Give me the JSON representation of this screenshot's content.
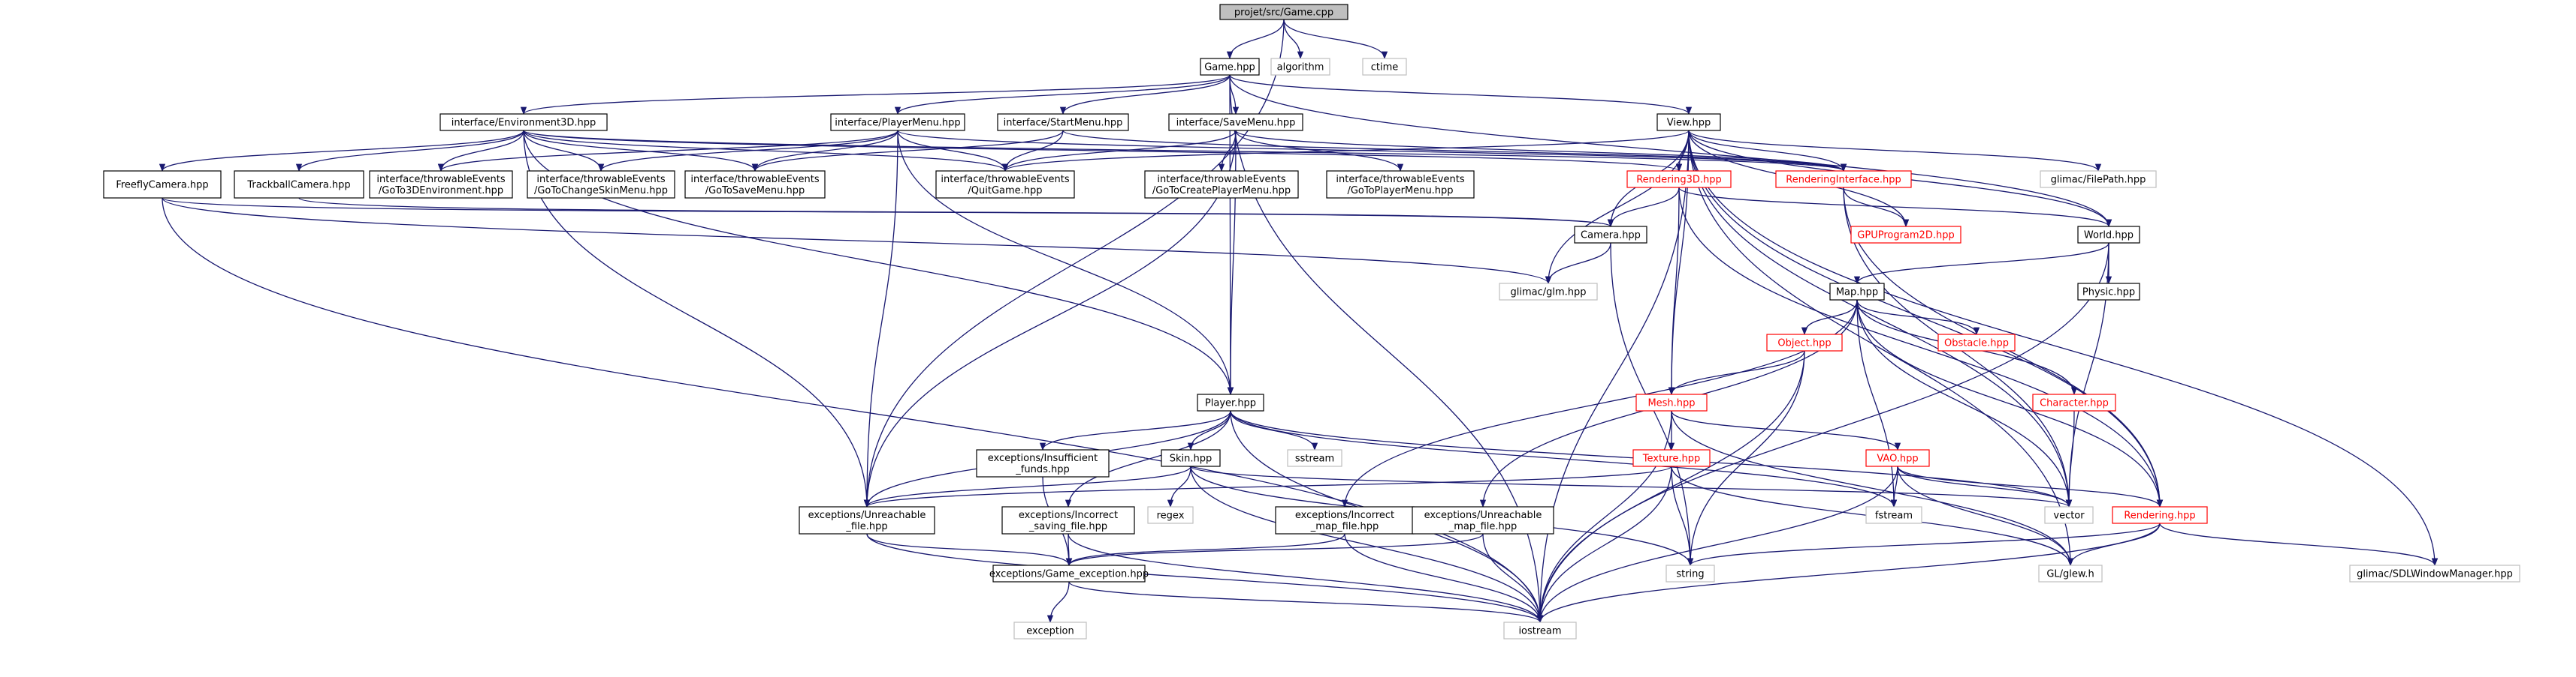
{
  "colors": {
    "edge": "#191970",
    "root_fill": "#bfbfbf",
    "normal_border": "#000000",
    "truncated_border": "#ff0000",
    "system_border": "#bfbfbf",
    "red_text": "#ff0000"
  },
  "nodes": [
    {
      "id": "root",
      "lines": [
        "projet/src/Game.cpp"
      ],
      "style": "root"
    },
    {
      "id": "game",
      "lines": [
        "Game.hpp"
      ],
      "style": "normal"
    },
    {
      "id": "algorithm",
      "lines": [
        "algorithm"
      ],
      "style": "system"
    },
    {
      "id": "ctime",
      "lines": [
        "ctime"
      ],
      "style": "system"
    },
    {
      "id": "env3d",
      "lines": [
        "interface/Environment3D.hpp"
      ],
      "style": "normal"
    },
    {
      "id": "playermenu",
      "lines": [
        "interface/PlayerMenu.hpp"
      ],
      "style": "normal"
    },
    {
      "id": "startmenu",
      "lines": [
        "interface/StartMenu.hpp"
      ],
      "style": "normal"
    },
    {
      "id": "savemenu",
      "lines": [
        "interface/SaveMenu.hpp"
      ],
      "style": "normal"
    },
    {
      "id": "view",
      "lines": [
        "View.hpp"
      ],
      "style": "normal"
    },
    {
      "id": "freefly",
      "lines": [
        "FreeflyCamera.hpp"
      ],
      "style": "normal"
    },
    {
      "id": "trackball",
      "lines": [
        "TrackballCamera.hpp"
      ],
      "style": "normal"
    },
    {
      "id": "goto3d",
      "lines": [
        "interface/throwableEvents",
        "/GoTo3DEnvironment.hpp"
      ],
      "style": "normal"
    },
    {
      "id": "gotoskin",
      "lines": [
        "interface/throwableEvents",
        "/GoToChangeSkinMenu.hpp"
      ],
      "style": "normal"
    },
    {
      "id": "gotosave",
      "lines": [
        "interface/throwableEvents",
        "/GoToSaveMenu.hpp"
      ],
      "style": "normal"
    },
    {
      "id": "quitgame",
      "lines": [
        "interface/throwableEvents",
        "/QuitGame.hpp"
      ],
      "style": "normal"
    },
    {
      "id": "gotocreate",
      "lines": [
        "interface/throwableEvents",
        "/GoToCreatePlayerMenu.hpp"
      ],
      "style": "normal"
    },
    {
      "id": "gotoplayer",
      "lines": [
        "interface/throwableEvents",
        "/GoToPlayerMenu.hpp"
      ],
      "style": "normal"
    },
    {
      "id": "rendering3d",
      "lines": [
        "Rendering3D.hpp"
      ],
      "style": "truncated"
    },
    {
      "id": "renderingif",
      "lines": [
        "RenderingInterface.hpp"
      ],
      "style": "truncated"
    },
    {
      "id": "filepath",
      "lines": [
        "glimac/FilePath.hpp"
      ],
      "style": "system"
    },
    {
      "id": "camera",
      "lines": [
        "Camera.hpp"
      ],
      "style": "normal"
    },
    {
      "id": "gpuprog",
      "lines": [
        "GPUProgram2D.hpp"
      ],
      "style": "truncated"
    },
    {
      "id": "world",
      "lines": [
        "World.hpp"
      ],
      "style": "normal"
    },
    {
      "id": "glm",
      "lines": [
        "glimac/glm.hpp"
      ],
      "style": "system"
    },
    {
      "id": "physic",
      "lines": [
        "Physic.hpp"
      ],
      "style": "normal"
    },
    {
      "id": "map",
      "lines": [
        "Map.hpp"
      ],
      "style": "normal"
    },
    {
      "id": "object",
      "lines": [
        "Object.hpp"
      ],
      "style": "truncated"
    },
    {
      "id": "obstacle",
      "lines": [
        "Obstacle.hpp"
      ],
      "style": "truncated"
    },
    {
      "id": "mesh",
      "lines": [
        "Mesh.hpp"
      ],
      "style": "truncated"
    },
    {
      "id": "character",
      "lines": [
        "Character.hpp"
      ],
      "style": "truncated"
    },
    {
      "id": "player",
      "lines": [
        "Player.hpp"
      ],
      "style": "normal"
    },
    {
      "id": "insufficient",
      "lines": [
        "exceptions/Insufficient",
        "_funds.hpp"
      ],
      "style": "normal"
    },
    {
      "id": "skin",
      "lines": [
        "Skin.hpp"
      ],
      "style": "normal"
    },
    {
      "id": "sstream",
      "lines": [
        "sstream"
      ],
      "style": "system"
    },
    {
      "id": "texture",
      "lines": [
        "Texture.hpp"
      ],
      "style": "truncated"
    },
    {
      "id": "vao",
      "lines": [
        "VAO.hpp"
      ],
      "style": "truncated"
    },
    {
      "id": "unreachfile",
      "lines": [
        "exceptions/Unreachable",
        "_file.hpp"
      ],
      "style": "normal"
    },
    {
      "id": "regex",
      "lines": [
        "regex"
      ],
      "style": "system"
    },
    {
      "id": "incorrectsave",
      "lines": [
        "exceptions/Incorrect",
        "_saving_file.hpp"
      ],
      "style": "normal"
    },
    {
      "id": "incorrectmap",
      "lines": [
        "exceptions/Incorrect",
        "_map_file.hpp"
      ],
      "style": "normal"
    },
    {
      "id": "unreachmap",
      "lines": [
        "exceptions/Unreachable",
        "_map_file.hpp"
      ],
      "style": "normal"
    },
    {
      "id": "fstream",
      "lines": [
        "fstream"
      ],
      "style": "system"
    },
    {
      "id": "vector",
      "lines": [
        "vector"
      ],
      "style": "system"
    },
    {
      "id": "rendering",
      "lines": [
        "Rendering.hpp"
      ],
      "style": "truncated"
    },
    {
      "id": "gameexc",
      "lines": [
        "exceptions/Game_exception.hpp"
      ],
      "style": "normal"
    },
    {
      "id": "string",
      "lines": [
        "string"
      ],
      "style": "system"
    },
    {
      "id": "glew",
      "lines": [
        "GL/glew.h"
      ],
      "style": "system"
    },
    {
      "id": "sdlwm",
      "lines": [
        "glimac/SDLWindowManager.hpp"
      ],
      "style": "system"
    },
    {
      "id": "exception",
      "lines": [
        "exception"
      ],
      "style": "system"
    },
    {
      "id": "iostream",
      "lines": [
        "iostream"
      ],
      "style": "system"
    }
  ],
  "edges": [
    [
      "root",
      "game"
    ],
    [
      "root",
      "algorithm"
    ],
    [
      "root",
      "ctime"
    ],
    [
      "root",
      "unreachfile"
    ],
    [
      "game",
      "env3d"
    ],
    [
      "game",
      "playermenu"
    ],
    [
      "game",
      "startmenu"
    ],
    [
      "game",
      "savemenu"
    ],
    [
      "game",
      "view"
    ],
    [
      "game",
      "player"
    ],
    [
      "game",
      "world"
    ],
    [
      "game",
      "iostream"
    ],
    [
      "env3d",
      "freefly"
    ],
    [
      "env3d",
      "trackball"
    ],
    [
      "env3d",
      "goto3d"
    ],
    [
      "env3d",
      "gotoskin"
    ],
    [
      "env3d",
      "gotosave"
    ],
    [
      "env3d",
      "quitgame"
    ],
    [
      "env3d",
      "rendering3d"
    ],
    [
      "env3d",
      "renderingif"
    ],
    [
      "env3d",
      "player"
    ],
    [
      "env3d",
      "unreachfile"
    ],
    [
      "playermenu",
      "goto3d"
    ],
    [
      "playermenu",
      "gotoskin"
    ],
    [
      "playermenu",
      "gotosave"
    ],
    [
      "playermenu",
      "quitgame"
    ],
    [
      "playermenu",
      "renderingif"
    ],
    [
      "playermenu",
      "player"
    ],
    [
      "playermenu",
      "unreachfile"
    ],
    [
      "startmenu",
      "gotosave"
    ],
    [
      "startmenu",
      "quitgame"
    ],
    [
      "startmenu",
      "renderingif"
    ],
    [
      "savemenu",
      "quitgame"
    ],
    [
      "savemenu",
      "gotocreate"
    ],
    [
      "savemenu",
      "gotoplayer"
    ],
    [
      "savemenu",
      "renderingif"
    ],
    [
      "savemenu",
      "player"
    ],
    [
      "savemenu",
      "unreachfile"
    ],
    [
      "view",
      "quitgame"
    ],
    [
      "view",
      "rendering3d"
    ],
    [
      "view",
      "renderingif"
    ],
    [
      "view",
      "filepath"
    ],
    [
      "view",
      "camera"
    ],
    [
      "view",
      "gpuprog"
    ],
    [
      "view",
      "world"
    ],
    [
      "view",
      "glm"
    ],
    [
      "view",
      "mesh"
    ],
    [
      "view",
      "rendering"
    ],
    [
      "view",
      "vector"
    ],
    [
      "view",
      "glew"
    ],
    [
      "view",
      "sdlwm"
    ],
    [
      "view",
      "iostream"
    ],
    [
      "freefly",
      "camera"
    ],
    [
      "freefly",
      "glm"
    ],
    [
      "freefly",
      "iostream"
    ],
    [
      "trackball",
      "camera"
    ],
    [
      "rendering3d",
      "camera"
    ],
    [
      "rendering3d",
      "world"
    ],
    [
      "rendering3d",
      "mesh"
    ],
    [
      "rendering3d",
      "rendering"
    ],
    [
      "renderingif",
      "gpuprog"
    ],
    [
      "renderingif",
      "rendering"
    ],
    [
      "renderingif",
      "vector"
    ],
    [
      "camera",
      "glm"
    ],
    [
      "camera",
      "string"
    ],
    [
      "world",
      "physic"
    ],
    [
      "world",
      "map"
    ],
    [
      "world",
      "vector"
    ],
    [
      "world",
      "iostream"
    ],
    [
      "map",
      "object"
    ],
    [
      "map",
      "obstacle"
    ],
    [
      "map",
      "character"
    ],
    [
      "map",
      "incorrectmap"
    ],
    [
      "map",
      "unreachmap"
    ],
    [
      "map",
      "fstream"
    ],
    [
      "map",
      "vector"
    ],
    [
      "map",
      "rendering"
    ],
    [
      "object",
      "mesh"
    ],
    [
      "object",
      "string"
    ],
    [
      "object",
      "iostream"
    ],
    [
      "character",
      "vector"
    ],
    [
      "mesh",
      "texture"
    ],
    [
      "mesh",
      "vao"
    ],
    [
      "mesh",
      "glew"
    ],
    [
      "mesh",
      "iostream"
    ],
    [
      "player",
      "insufficient"
    ],
    [
      "player",
      "skin"
    ],
    [
      "player",
      "sstream"
    ],
    [
      "player",
      "incorrectsave"
    ],
    [
      "player",
      "unreachfile"
    ],
    [
      "player",
      "fstream"
    ],
    [
      "player",
      "vector"
    ],
    [
      "player",
      "iostream"
    ],
    [
      "insufficient",
      "gameexc"
    ],
    [
      "skin",
      "regex"
    ],
    [
      "skin",
      "unreachfile"
    ],
    [
      "skin",
      "vector"
    ],
    [
      "skin",
      "string"
    ],
    [
      "skin",
      "iostream"
    ],
    [
      "texture",
      "unreachfile"
    ],
    [
      "texture",
      "string"
    ],
    [
      "texture",
      "glew"
    ],
    [
      "texture",
      "iostream"
    ],
    [
      "vao",
      "fstream"
    ],
    [
      "vao",
      "vector"
    ],
    [
      "vao",
      "rendering"
    ],
    [
      "vao",
      "glew"
    ],
    [
      "vao",
      "iostream"
    ],
    [
      "unreachfile",
      "gameexc"
    ],
    [
      "unreachfile",
      "iostream"
    ],
    [
      "incorrectsave",
      "gameexc"
    ],
    [
      "incorrectsave",
      "iostream"
    ],
    [
      "incorrectmap",
      "gameexc"
    ],
    [
      "incorrectmap",
      "iostream"
    ],
    [
      "unreachmap",
      "gameexc"
    ],
    [
      "unreachmap",
      "iostream"
    ],
    [
      "rendering",
      "glew"
    ],
    [
      "rendering",
      "string"
    ],
    [
      "rendering",
      "sdlwm"
    ],
    [
      "rendering",
      "iostream"
    ],
    [
      "gameexc",
      "exception"
    ],
    [
      "gameexc",
      "iostream"
    ]
  ]
}
